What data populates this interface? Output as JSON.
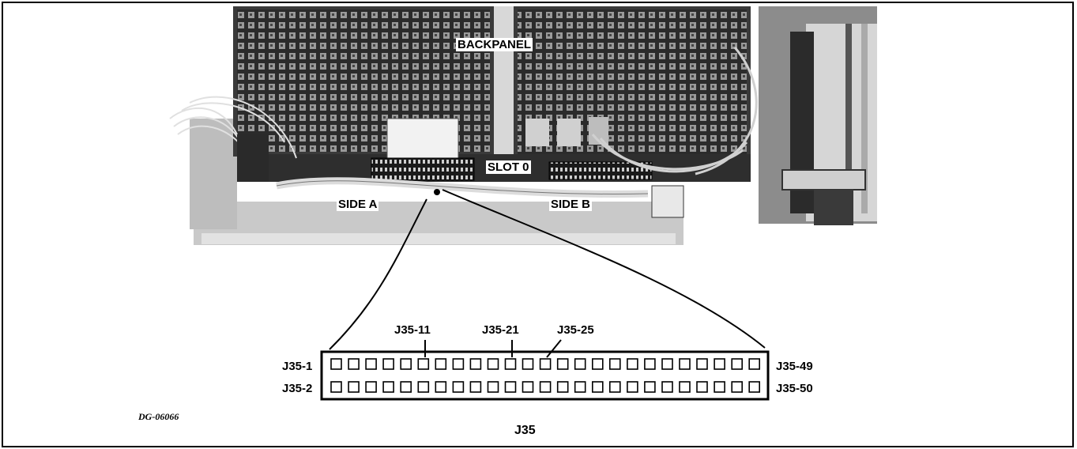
{
  "figure": {
    "labels": {
      "backpanel": "BACKPANEL",
      "slot": "SLOT 0",
      "side_a": "SIDE A",
      "side_b": "SIDE B"
    },
    "connector": {
      "title": "J35",
      "row1_left": "J35-1",
      "row1_right": "J35-49",
      "row2_left": "J35-2",
      "row2_right": "J35-50",
      "pins_per_row": 25,
      "callouts": [
        "J35-11",
        "J35-21",
        "J35-25"
      ]
    },
    "doc_id": "DG-06066"
  }
}
